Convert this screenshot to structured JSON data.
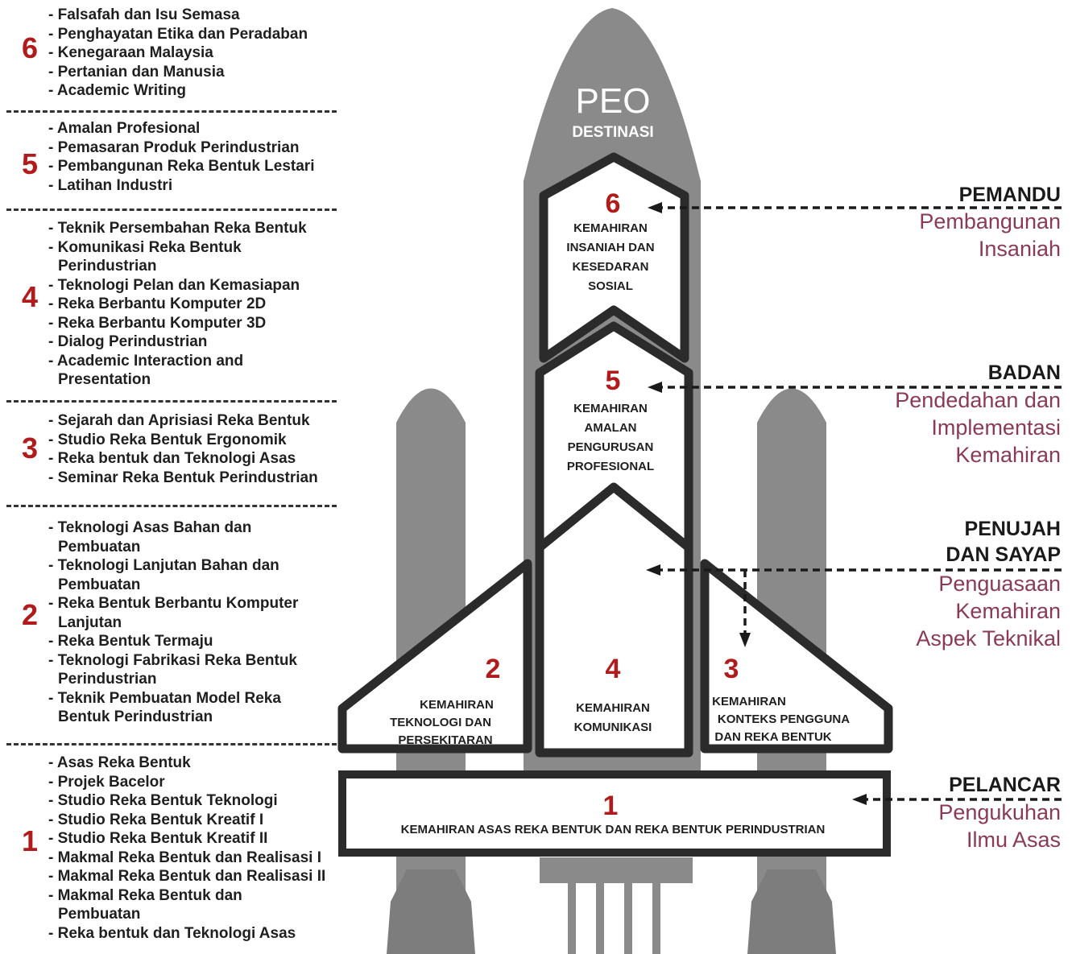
{
  "rocket": {
    "title": "PEO",
    "subtitle": "DESTINASI"
  },
  "levels": [
    {
      "num": "6",
      "courses": [
        "- Falsafah dan Isu Semasa",
        "- Penghayatan Etika dan Peradaban",
        "- Kenegaraan Malaysia",
        "- Pertanian dan Manusia",
        "- Academic Writing"
      ]
    },
    {
      "num": "5",
      "courses": [
        "- Amalan Profesional",
        "- Pemasaran Produk Perindustrian",
        "- Pembangunan Reka Bentuk Lestari",
        "- Latihan Industri"
      ]
    },
    {
      "num": "4",
      "courses": [
        "- Teknik Persembahan Reka Bentuk",
        "- Komunikasi Reka Bentuk\nPerindustrian",
        "- Teknologi Pelan dan Kemasiapan",
        "- Reka Berbantu Komputer 2D",
        "- Reka Berbantu Komputer 3D",
        "- Dialog Perindustrian",
        "- Academic Interaction and\nPresentation"
      ]
    },
    {
      "num": "3",
      "courses": [
        "- Sejarah dan Aprisiasi Reka Bentuk",
        "- Studio Reka Bentuk Ergonomik",
        "- Reka bentuk dan Teknologi Asas",
        "- Seminar Reka Bentuk Perindustrian"
      ]
    },
    {
      "num": "2",
      "courses": [
        "- Teknologi Asas Bahan dan\nPembuatan",
        "- Teknologi Lanjutan Bahan dan\nPembuatan",
        "- Reka Bentuk Berbantu Komputer\nLanjutan",
        "- Reka Bentuk Termaju",
        "- Teknologi Fabrikasi Reka Bentuk\nPerindustrian",
        "- Teknik Pembuatan Model Reka\nBentuk Perindustrian"
      ]
    },
    {
      "num": "1",
      "courses": [
        "- Asas Reka Bentuk",
        "- Projek Bacelor",
        "- Studio Reka Bentuk Teknologi",
        "- Studio Reka Bentuk Kreatif I",
        "- Studio Reka Bentuk Kreatif II",
        "- Makmal Reka Bentuk dan Realisasi I",
        "- Makmal Reka Bentuk dan Realisasi II",
        "- Makmal Reka Bentuk dan\nPembuatan",
        "- Reka bentuk dan Teknologi Asas"
      ]
    }
  ],
  "modules": {
    "m6": {
      "num": "6",
      "lines": [
        "KEMAHIRAN",
        "INSANIAH DAN",
        "KESEDARAN",
        "SOSIAL"
      ]
    },
    "m5": {
      "num": "5",
      "lines": [
        "KEMAHIRAN",
        "AMALAN",
        "PENGURUSAN",
        "PROFESIONAL"
      ]
    },
    "m4": {
      "num": "4",
      "lines": [
        "KEMAHIRAN",
        "KOMUNIKASI"
      ]
    },
    "m2": {
      "num": "2",
      "lines": [
        "KEMAHIRAN",
        "TEKNOLOGI DAN",
        "PERSEKITARAN"
      ]
    },
    "m3": {
      "num": "3",
      "lines": [
        "KEMAHIRAN",
        "KONTEKS PENGGUNA",
        "DAN REKA BENTUK"
      ]
    },
    "m1": {
      "num": "1",
      "lines": [
        "KEMAHIRAN ASAS REKA BENTUK DAN REKA BENTUK PERINDUSTRIAN"
      ]
    }
  },
  "right_labels": [
    {
      "title": "PEMANDU",
      "subtitle": "Pembangunan\nInsaniah"
    },
    {
      "title": "BADAN",
      "subtitle": "Pendedahan dan\nImplementasi\nKemahiran"
    },
    {
      "title": "PENUJAH\nDAN SAYAP",
      "subtitle": "Penguasaan\nKemahiran\nAspek Teknikal"
    },
    {
      "title": "PELANCAR",
      "subtitle": "Pengukuhan\nIlmu Asas"
    }
  ],
  "colors": {
    "rocket_gray": "#8a8a8a",
    "frame_dark": "#2b2b2b",
    "number_red": "#b11b1b",
    "subtitle_mauve": "#8a3a57"
  }
}
